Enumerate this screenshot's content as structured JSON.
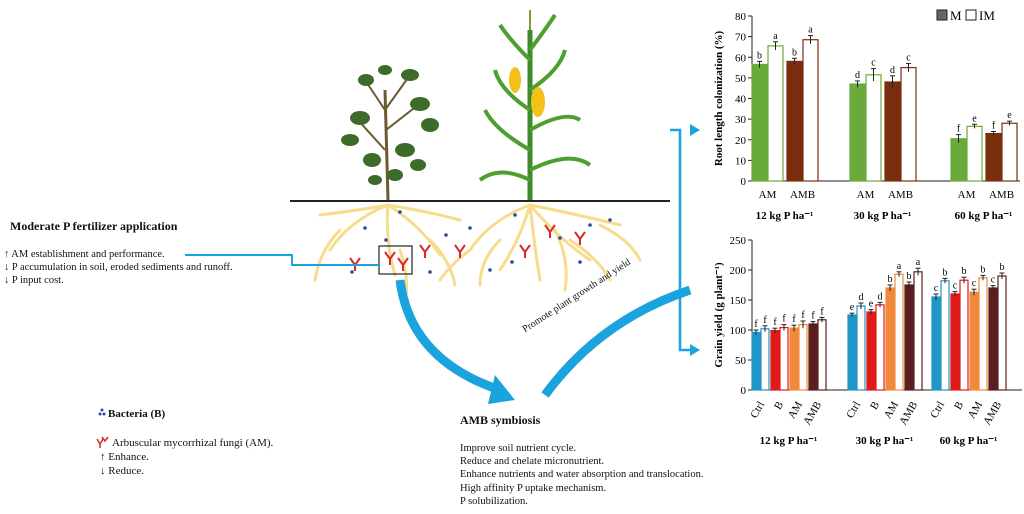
{
  "left_panel": {
    "title": "Moderate P fertilizer application",
    "effects": [
      {
        "symbol": "↑",
        "text": "AM establishment and performance."
      },
      {
        "symbol": "↓",
        "text": "P accumulation in soil, eroded sediments and runoff."
      },
      {
        "symbol": "↓",
        "text": "P input cost."
      }
    ]
  },
  "legend": {
    "bacteria": "Bacteria (B)",
    "amf": "Arbuscular mycorrhizal fungi (AM).",
    "enhance": "Enhance.",
    "reduce": "Reduce."
  },
  "arrow_label": "Promote plant growth and yield",
  "symbiosis": {
    "title": "AMB symbiosis",
    "items": [
      "Improve soil nutrient cycle.",
      "Reduce and chelate micronutrient.",
      "Enhance nutrients and water absorption and translocation.",
      "High affinity P uptake mechanism.",
      "P solubilization."
    ]
  },
  "colors": {
    "root": "#f7dc8c",
    "arrow": "#1aa3dc",
    "fungi": "#d62828",
    "bacteria": "#2b4c9b",
    "am_green": "#6aaa3a",
    "amb_brown": "#7a2e0e"
  },
  "chart_data": [
    {
      "type": "bar",
      "title": "",
      "ylabel": "Root length colonization (%)",
      "ylim": [
        0,
        80
      ],
      "yticks": [
        0,
        10,
        20,
        30,
        40,
        50,
        60,
        70,
        80
      ],
      "legend": [
        "M",
        "IM"
      ],
      "groups": [
        {
          "label": "12 kg P ha⁻¹",
          "categories": [
            "AM",
            "AMB"
          ]
        },
        {
          "label": "30 kg P ha⁻¹",
          "categories": [
            "AM",
            "AMB"
          ]
        },
        {
          "label": "60 kg P ha⁻¹",
          "categories": [
            "AM",
            "AMB"
          ]
        }
      ],
      "bars": [
        {
          "group": 0,
          "cat": "AM",
          "series": "M",
          "value": 56.5,
          "err": 1.5,
          "letter": "b"
        },
        {
          "group": 0,
          "cat": "AM",
          "series": "IM",
          "value": 65.5,
          "err": 2.0,
          "letter": "a"
        },
        {
          "group": 0,
          "cat": "AMB",
          "series": "M",
          "value": 58,
          "err": 1.5,
          "letter": "b"
        },
        {
          "group": 0,
          "cat": "AMB",
          "series": "IM",
          "value": 68.5,
          "err": 2.0,
          "letter": "a"
        },
        {
          "group": 1,
          "cat": "AM",
          "series": "M",
          "value": 47,
          "err": 1.5,
          "letter": "d"
        },
        {
          "group": 1,
          "cat": "AM",
          "series": "IM",
          "value": 51.5,
          "err": 3.0,
          "letter": "c"
        },
        {
          "group": 1,
          "cat": "AMB",
          "series": "M",
          "value": 48,
          "err": 3.0,
          "letter": "d"
        },
        {
          "group": 1,
          "cat": "AMB",
          "series": "IM",
          "value": 55,
          "err": 2.0,
          "letter": "c"
        },
        {
          "group": 2,
          "cat": "AM",
          "series": "M",
          "value": 20.5,
          "err": 2.0,
          "letter": "f"
        },
        {
          "group": 2,
          "cat": "AM",
          "series": "IM",
          "value": 26.5,
          "err": 1.0,
          "letter": "e"
        },
        {
          "group": 2,
          "cat": "AMB",
          "series": "M",
          "value": 23,
          "err": 1.0,
          "letter": "f"
        },
        {
          "group": 2,
          "cat": "AMB",
          "series": "IM",
          "value": 28,
          "err": 1.0,
          "letter": "e"
        }
      ]
    },
    {
      "type": "bar",
      "title": "",
      "ylabel": "Grain yield (g plant⁻¹)",
      "ylim": [
        0,
        250
      ],
      "yticks": [
        0,
        50,
        100,
        150,
        200,
        250
      ],
      "groups": [
        {
          "label": "12 kg P ha⁻¹",
          "categories": [
            "Ctrl",
            "B",
            "AM",
            "AMB"
          ]
        },
        {
          "label": "30 kg P ha⁻¹",
          "categories": [
            "Ctrl",
            "B",
            "AM",
            "AMB"
          ]
        },
        {
          "label": "60 kg P ha⁻¹",
          "categories": [
            "Ctrl",
            "B",
            "AM",
            "AMB"
          ]
        }
      ],
      "bars": [
        {
          "group": 0,
          "cat": "Ctrl",
          "series": "M",
          "value": 96,
          "err": 4,
          "letter": "f"
        },
        {
          "group": 0,
          "cat": "Ctrl",
          "series": "IM",
          "value": 102,
          "err": 5,
          "letter": "f"
        },
        {
          "group": 0,
          "cat": "B",
          "series": "M",
          "value": 99,
          "err": 4,
          "letter": "f"
        },
        {
          "group": 0,
          "cat": "B",
          "series": "IM",
          "value": 104,
          "err": 5,
          "letter": "f"
        },
        {
          "group": 0,
          "cat": "AM",
          "series": "M",
          "value": 103,
          "err": 5,
          "letter": "f"
        },
        {
          "group": 0,
          "cat": "AM",
          "series": "IM",
          "value": 109,
          "err": 6,
          "letter": "f"
        },
        {
          "group": 0,
          "cat": "AMB",
          "series": "M",
          "value": 110,
          "err": 4,
          "letter": "f"
        },
        {
          "group": 0,
          "cat": "AMB",
          "series": "IM",
          "value": 117,
          "err": 4,
          "letter": "f"
        },
        {
          "group": 1,
          "cat": "Ctrl",
          "series": "M",
          "value": 125,
          "err": 3,
          "letter": "e"
        },
        {
          "group": 1,
          "cat": "Ctrl",
          "series": "IM",
          "value": 140,
          "err": 5,
          "letter": "d"
        },
        {
          "group": 1,
          "cat": "B",
          "series": "M",
          "value": 130,
          "err": 4,
          "letter": "e"
        },
        {
          "group": 1,
          "cat": "B",
          "series": "IM",
          "value": 142,
          "err": 4,
          "letter": "d"
        },
        {
          "group": 1,
          "cat": "AM",
          "series": "M",
          "value": 170,
          "err": 5,
          "letter": "b"
        },
        {
          "group": 1,
          "cat": "AM",
          "series": "IM",
          "value": 193,
          "err": 4,
          "letter": "a"
        },
        {
          "group": 1,
          "cat": "AMB",
          "series": "M",
          "value": 175,
          "err": 5,
          "letter": "b"
        },
        {
          "group": 1,
          "cat": "AMB",
          "series": "IM",
          "value": 197,
          "err": 6,
          "letter": "a"
        },
        {
          "group": 2,
          "cat": "Ctrl",
          "series": "M",
          "value": 155,
          "err": 5,
          "letter": "c"
        },
        {
          "group": 2,
          "cat": "Ctrl",
          "series": "IM",
          "value": 182,
          "err": 4,
          "letter": "b"
        },
        {
          "group": 2,
          "cat": "B",
          "series": "M",
          "value": 160,
          "err": 4,
          "letter": "c"
        },
        {
          "group": 2,
          "cat": "B",
          "series": "IM",
          "value": 183,
          "err": 5,
          "letter": "b"
        },
        {
          "group": 2,
          "cat": "AM",
          "series": "M",
          "value": 163,
          "err": 5,
          "letter": "c"
        },
        {
          "group": 2,
          "cat": "AM",
          "series": "IM",
          "value": 187,
          "err": 4,
          "letter": "b"
        },
        {
          "group": 2,
          "cat": "AMB",
          "series": "M",
          "value": 170,
          "err": 4,
          "letter": "c"
        },
        {
          "group": 2,
          "cat": "AMB",
          "series": "IM",
          "value": 190,
          "err": 5,
          "letter": "b"
        }
      ]
    }
  ],
  "palettes": {
    "chart1": {
      "AM": "#6aaa3a",
      "AMB": "#7a2e0e"
    },
    "chart2": {
      "Ctrl": "#1f97c8",
      "B": "#e01919",
      "AM": "#f08a3a",
      "AMB": "#5a1e1e"
    }
  }
}
